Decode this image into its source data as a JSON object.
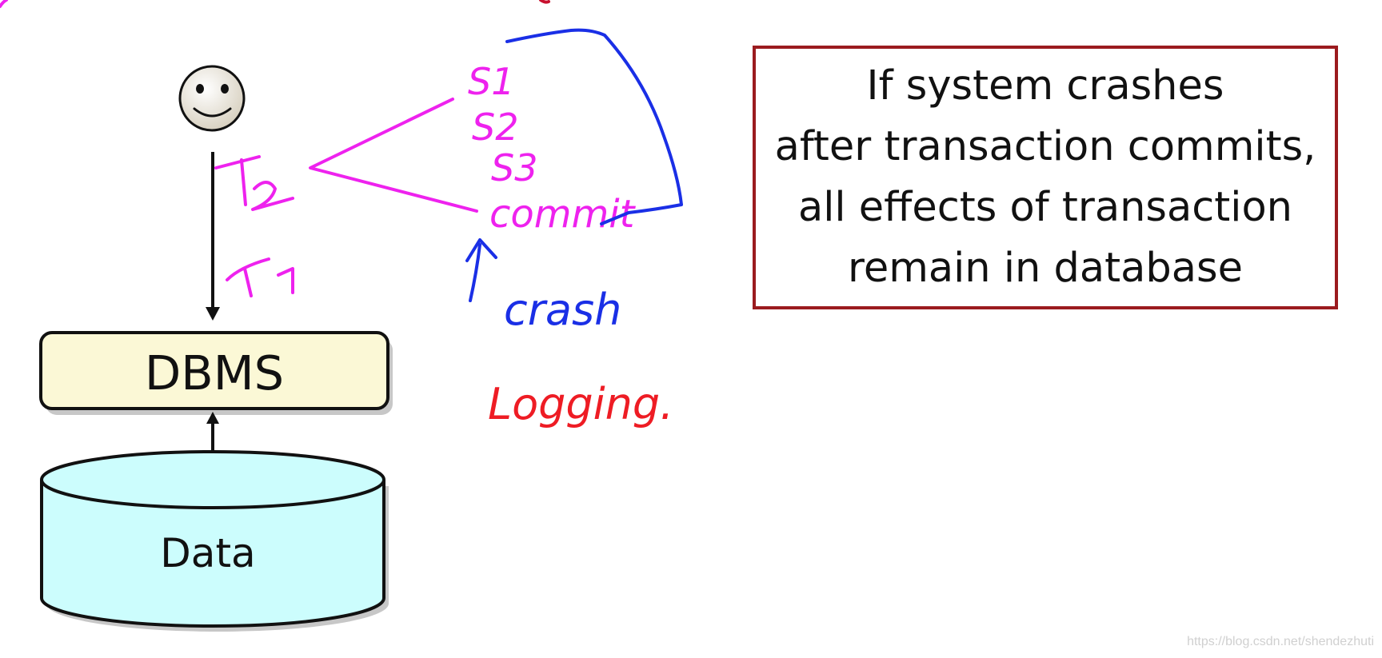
{
  "diagram": {
    "dbms_label": "DBMS",
    "data_label": "Data",
    "callout_lines": [
      "If system crashes",
      "after transaction commits,",
      "all effects of transaction",
      "remain in database"
    ],
    "annotations": {
      "t2": "T2",
      "t1": "T1",
      "s1": "S1",
      "s2": "S2",
      "s3": "S3",
      "commit": "commit",
      "crash": "crash",
      "logging": "Logging."
    },
    "watermark": "https://blog.csdn.net/shendezhuti"
  },
  "colors": {
    "magenta": "#ee22ee",
    "blue": "#1a2fe6",
    "red": "#ee1c24",
    "dbms_fill": "#fbf8d6",
    "data_fill": "#ccfdfd",
    "callout_border": "#9b1b1f"
  },
  "icons": [
    "smiley-face-icon"
  ]
}
